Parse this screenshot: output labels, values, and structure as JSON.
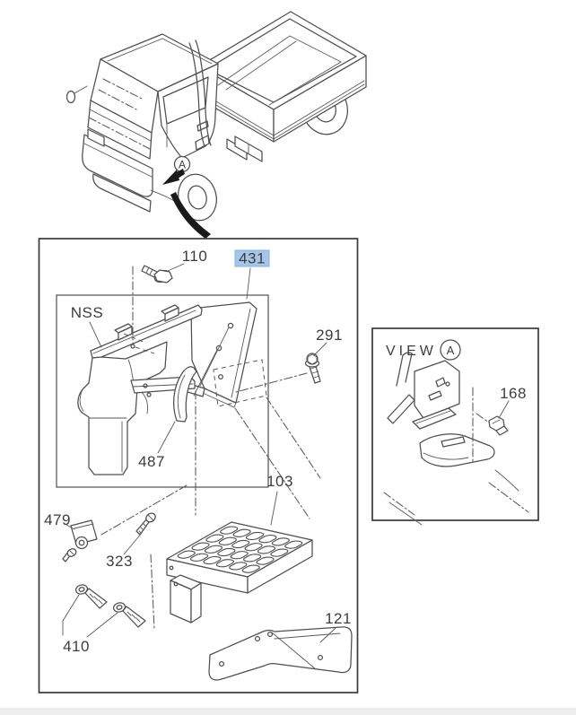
{
  "page": {
    "background": "#ffffff",
    "bottom_bar_color": "#ededee"
  },
  "artwork": {
    "line_color": "#4f4f4f",
    "label_color": "#3d3d3d",
    "arrow_color": "#1a1a1a"
  },
  "truck_inset": {
    "view_callout": "A"
  },
  "parts_diagram": {
    "selected_part": "431",
    "selection": {
      "bg": "#a3c6e9",
      "text": "#2e4f78",
      "border": "#8ab0d9"
    },
    "labels": {
      "bolt_110": "110",
      "panel_431": "431",
      "liner_nss": "NSS",
      "bolt_291": "291",
      "strip_487": "487",
      "clip_479": "479",
      "screw_323": "323",
      "step_103": "103",
      "screws_410": "410",
      "bracket_121": "121"
    }
  },
  "view_a_inset": {
    "title": "VIEW",
    "callout_letter": "A",
    "labels": {
      "bolt_168": "168"
    }
  }
}
